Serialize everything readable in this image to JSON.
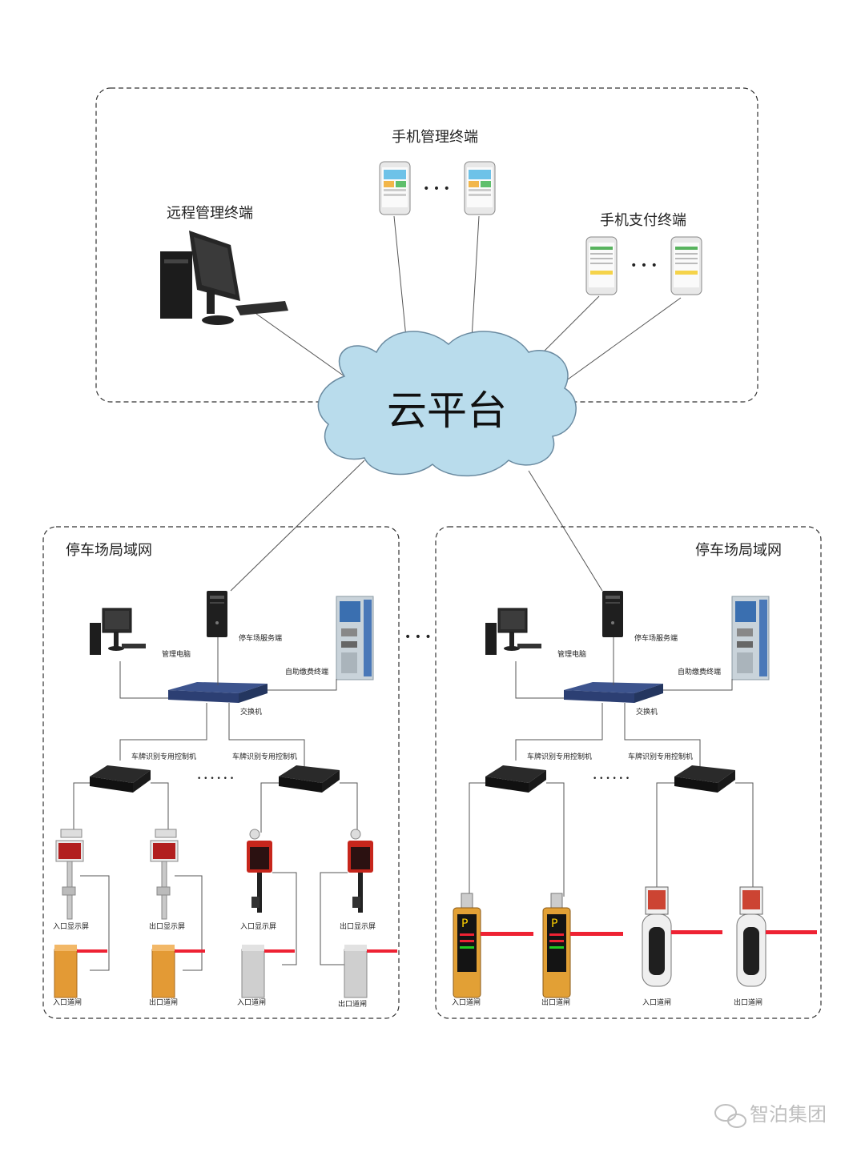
{
  "cloud": {
    "label": "云平台",
    "fill": "#b9dcec",
    "stroke": "#6a8aa0"
  },
  "top": {
    "remote_terminal": "远程管理终端",
    "mobile_manage": "手机管理终端",
    "mobile_pay": "手机支付终端",
    "ellipsis": "• • •"
  },
  "lans": [
    {
      "title": "停车场局域网",
      "mgmt_pc": "管理电脑",
      "server": "停车场服务端",
      "kiosk": "自助缴费终端",
      "switch": "交换机",
      "controller1": "车牌识别专用控制机",
      "controller2": "车牌识别专用控制机",
      "controller_dots": "• • • • • •",
      "items": [
        "入口显示屏",
        "出口显示屏",
        "入口显示屏",
        "出口显示屏",
        "入口道闸",
        "出口道闸",
        "入口道闸",
        "出口道闸"
      ]
    },
    {
      "title": "停车场局域网",
      "mgmt_pc": "管理电脑",
      "server": "停车场服务端",
      "kiosk": "自助缴费终端",
      "switch": "交换机",
      "controller1": "车牌识别专用控制机",
      "controller2": "车牌识别专用控制机",
      "controller_dots": "• • • • • •",
      "items": [
        "入口道闸",
        "出口道闸",
        "入口道闸",
        "出口道闸"
      ]
    }
  ],
  "between_dots": "• • •",
  "watermark": "智泊集团",
  "colors": {
    "orange": "#e39a35",
    "red": "#d42a20",
    "switch_blue": "#2c3f73",
    "screen_dark": "#1e1e1e",
    "gray": "#9a9a9a"
  }
}
